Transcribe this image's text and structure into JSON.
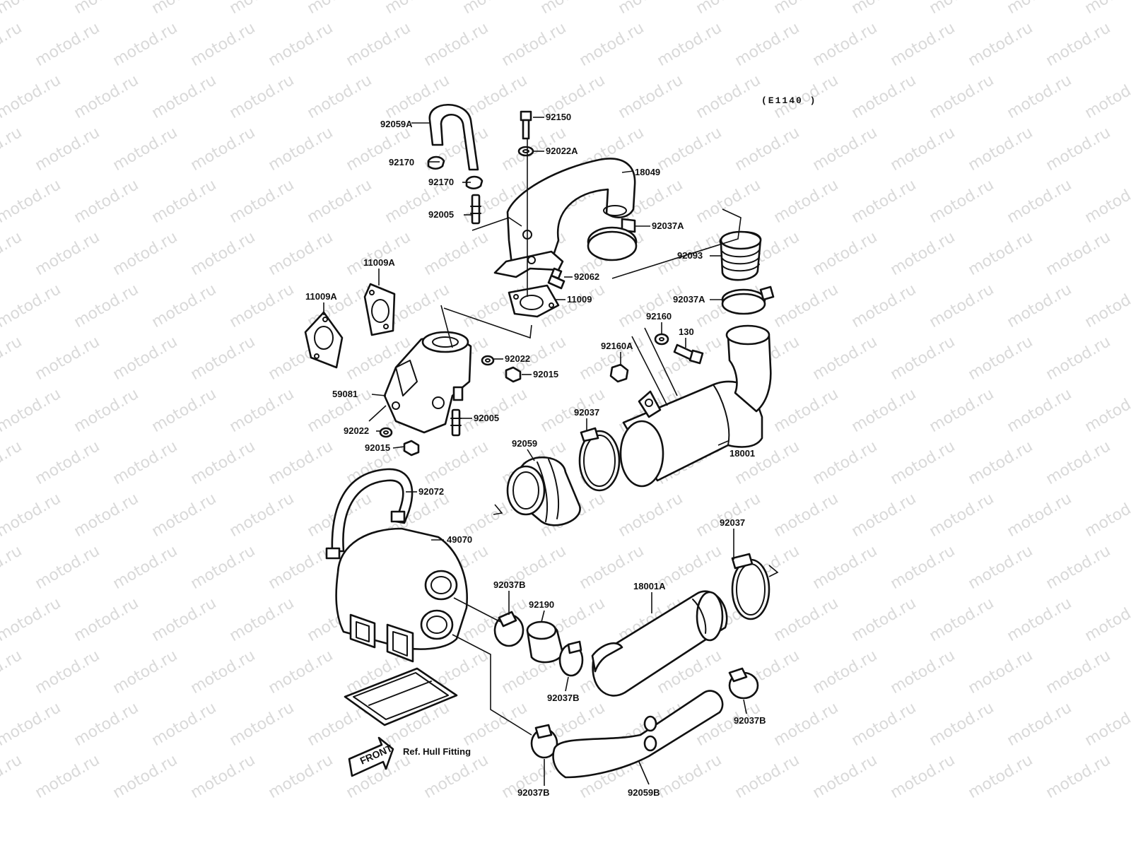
{
  "diagram": {
    "code": "(E1140 )",
    "watermark": "motod.ru",
    "front_label": "FRONT",
    "ref_note": "Ref. Hull Fitting",
    "callouts": [
      {
        "id": "c-92059A",
        "text": "92059A"
      },
      {
        "id": "c-92150",
        "text": "92150"
      },
      {
        "id": "c-92022A",
        "text": "92022A"
      },
      {
        "id": "c-18049",
        "text": "18049"
      },
      {
        "id": "c-92170-a",
        "text": "92170"
      },
      {
        "id": "c-92170-b",
        "text": "92170"
      },
      {
        "id": "c-92005-a",
        "text": "92005"
      },
      {
        "id": "c-92037A-a",
        "text": "92037A"
      },
      {
        "id": "c-92093",
        "text": "92093"
      },
      {
        "id": "c-92062",
        "text": "92062"
      },
      {
        "id": "c-11009A-a",
        "text": "11009A"
      },
      {
        "id": "c-11009A-b",
        "text": "11009A"
      },
      {
        "id": "c-11009",
        "text": "11009"
      },
      {
        "id": "c-92037A-b",
        "text": "92037A"
      },
      {
        "id": "c-92160",
        "text": "92160"
      },
      {
        "id": "c-130",
        "text": "130"
      },
      {
        "id": "c-92022-a",
        "text": "92022"
      },
      {
        "id": "c-92015-a",
        "text": "92015"
      },
      {
        "id": "c-92160A",
        "text": "92160A"
      },
      {
        "id": "c-59081",
        "text": "59081"
      },
      {
        "id": "c-92005-b",
        "text": "92005"
      },
      {
        "id": "c-92022-b",
        "text": "92022"
      },
      {
        "id": "c-92015-b",
        "text": "92015"
      },
      {
        "id": "c-92037-a",
        "text": "92037"
      },
      {
        "id": "c-92059",
        "text": "92059"
      },
      {
        "id": "c-18001",
        "text": "18001"
      },
      {
        "id": "c-92072",
        "text": "92072"
      },
      {
        "id": "c-49070",
        "text": "49070"
      },
      {
        "id": "c-92037-b",
        "text": "92037"
      },
      {
        "id": "c-92037B-a",
        "text": "92037B"
      },
      {
        "id": "c-92190",
        "text": "92190"
      },
      {
        "id": "c-18001A",
        "text": "18001A"
      },
      {
        "id": "c-92037B-b",
        "text": "92037B"
      },
      {
        "id": "c-92037B-c",
        "text": "92037B"
      },
      {
        "id": "c-92037B-d",
        "text": "92037B"
      },
      {
        "id": "c-92059B",
        "text": "92059B"
      }
    ]
  }
}
